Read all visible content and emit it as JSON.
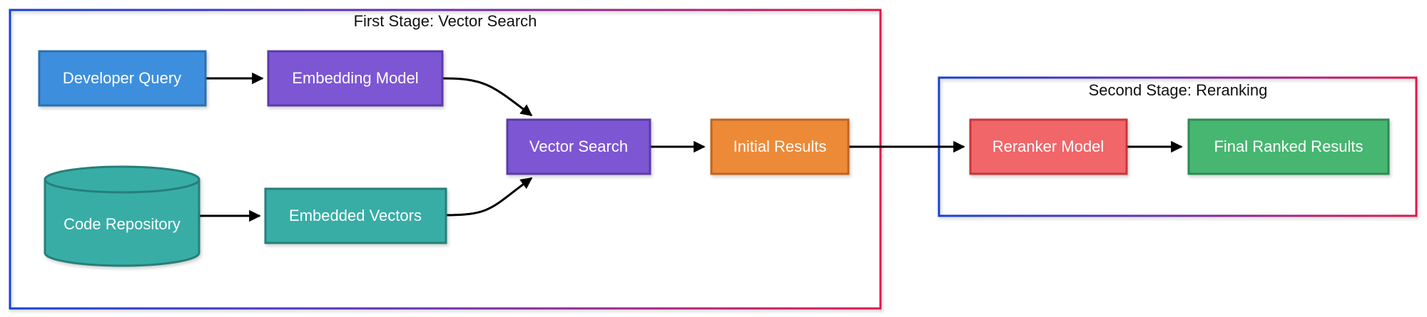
{
  "groups": {
    "stage1": {
      "title": "First Stage: Vector Search"
    },
    "stage2": {
      "title": "Second Stage: Reranking"
    }
  },
  "nodes": {
    "developer_query": {
      "label": "Developer Query",
      "color": "#3d8fdd"
    },
    "embedding_model": {
      "label": "Embedding Model",
      "color": "#7d57d4"
    },
    "code_repository": {
      "label": "Code Repository",
      "color": "#37ada6"
    },
    "embedded_vectors": {
      "label": "Embedded Vectors",
      "color": "#37ada6"
    },
    "vector_search": {
      "label": "Vector Search",
      "color": "#7d57d4"
    },
    "initial_results": {
      "label": "Initial Results",
      "color": "#ed8a37"
    },
    "reranker_model": {
      "label": "Reranker Model",
      "color": "#f06669"
    },
    "final_ranked_results": {
      "label": "Final Ranked Results",
      "color": "#46b671"
    }
  },
  "colors": {
    "gradient_start": "#1540d8",
    "gradient_end": "#e3174a",
    "edge": "#000000"
  }
}
